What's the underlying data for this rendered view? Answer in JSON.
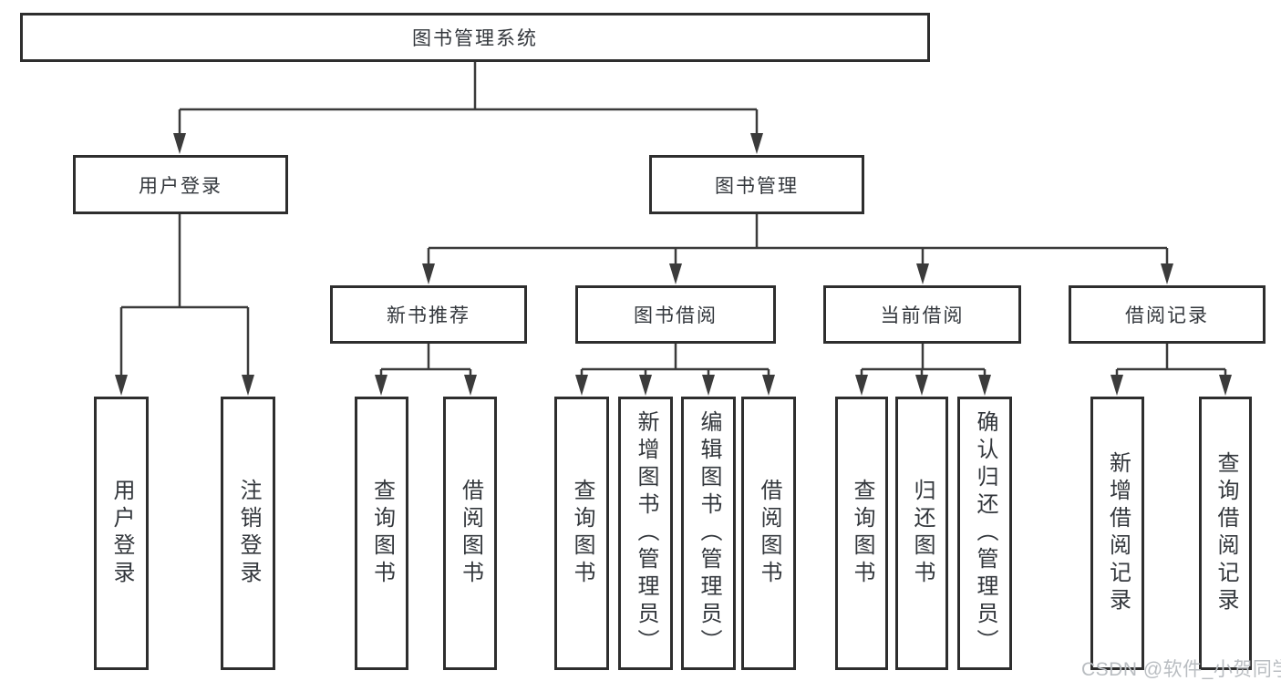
{
  "diagram": {
    "root": {
      "label": "图书管理系统"
    },
    "level2": [
      {
        "label": "用户登录"
      },
      {
        "label": "图书管理"
      }
    ],
    "level3": [
      {
        "label": "新书推荐"
      },
      {
        "label": "图书借阅"
      },
      {
        "label": "当前借阅"
      },
      {
        "label": "借阅记录"
      }
    ],
    "leaves": {
      "user_login": [
        {
          "label": "用户登录"
        },
        {
          "label": "注销登录"
        }
      ],
      "new_book": [
        {
          "label": "查询图书"
        },
        {
          "label": "借阅图书"
        }
      ],
      "book_borrow": [
        {
          "label": "查询图书"
        },
        {
          "label": "新增图书（管理员）"
        },
        {
          "label": "编辑图书（管理员）"
        },
        {
          "label": "借阅图书"
        }
      ],
      "current_borrow": [
        {
          "label": "查询图书"
        },
        {
          "label": "归还图书"
        },
        {
          "label": "确认归还（管理员）"
        }
      ],
      "borrow_record": [
        {
          "label": "新增借阅记录"
        },
        {
          "label": "查询借阅记录"
        }
      ]
    }
  },
  "watermark": {
    "text": "CSDN @软件_小贺同学"
  },
  "colors": {
    "line": "#3b3b3b",
    "box_border": "#2e2e2e",
    "text": "#33373c",
    "watermark": "#b9bdc1",
    "background": "#ffffff"
  }
}
